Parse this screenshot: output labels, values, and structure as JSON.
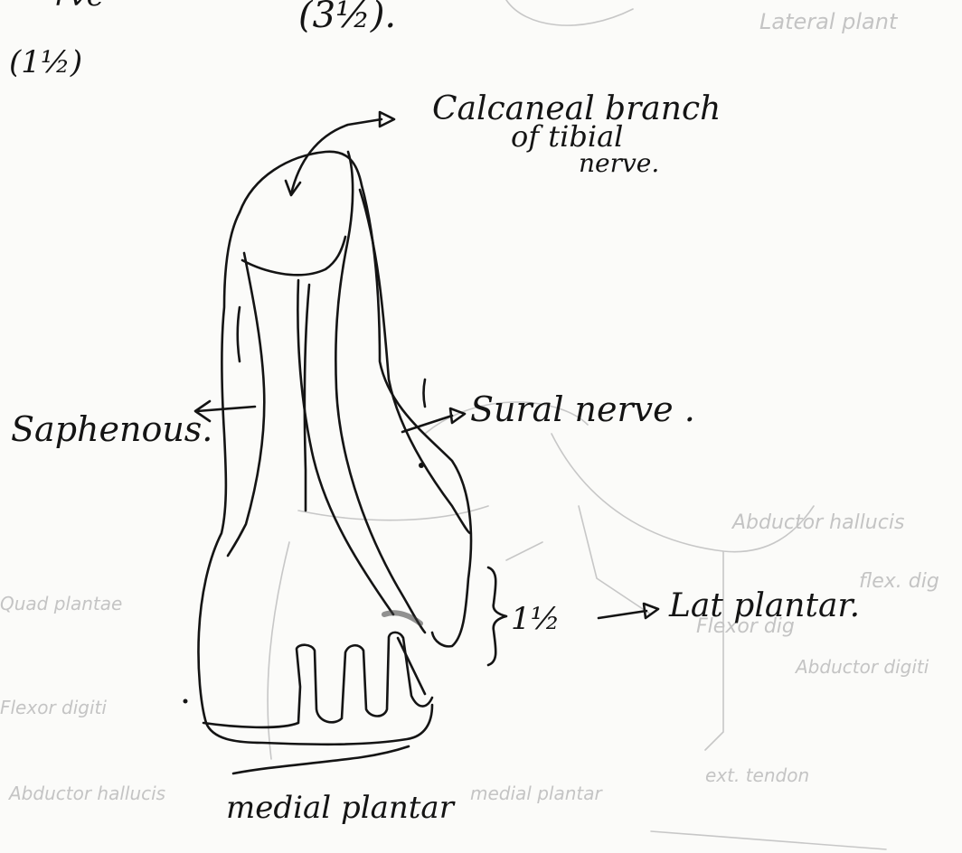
{
  "page": {
    "paper_color": "#fbfbf9",
    "ink_color": "#141414",
    "bleed_color": "#c4c4c4"
  },
  "labels": {
    "top_left_fraction": "(1½)",
    "top_center_fraction": "(3½).",
    "top_left_fragment": "rve",
    "calcaneal_line1": "Calcaneal branch",
    "calcaneal_line2": "of tibial",
    "calcaneal_line3": "nerve.",
    "saphenous": "Saphenous.",
    "sural": "Sural nerve .",
    "lateral_fraction": "1½",
    "lateral_plantar": "Lat plantar.",
    "medial_plantar": "medial plantar"
  },
  "bleed_through": {
    "b1": "Lateral plant",
    "b2": "Abductor hallucis",
    "b3": "flex. dig",
    "b4": "Flexor dig",
    "b5": "Abductor digiti",
    "b6": "Quad plantae",
    "b7": "Flexor digiti",
    "b8": "Abductor hallucis",
    "b9": "medial plantar",
    "b10": "ext. tendon"
  }
}
